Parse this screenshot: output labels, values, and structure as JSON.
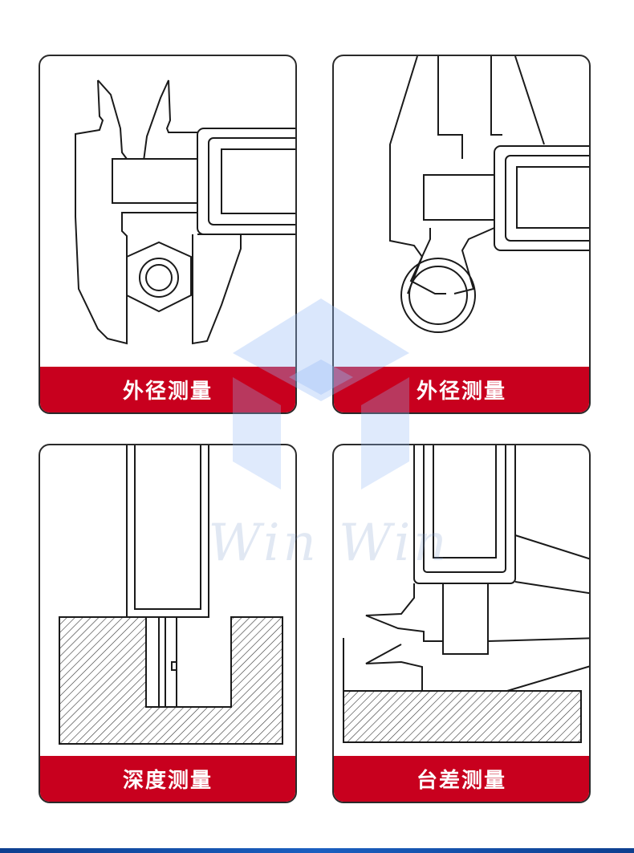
{
  "cards": [
    {
      "label": "外径测量"
    },
    {
      "label": "外径测量"
    },
    {
      "label": "深度测量"
    },
    {
      "label": "台差测量"
    }
  ],
  "watermark": {
    "text": "Win Win"
  },
  "colors": {
    "accent": "#c8001e",
    "outline": "#1a1a1a",
    "watermark": "#a9c4f0"
  }
}
